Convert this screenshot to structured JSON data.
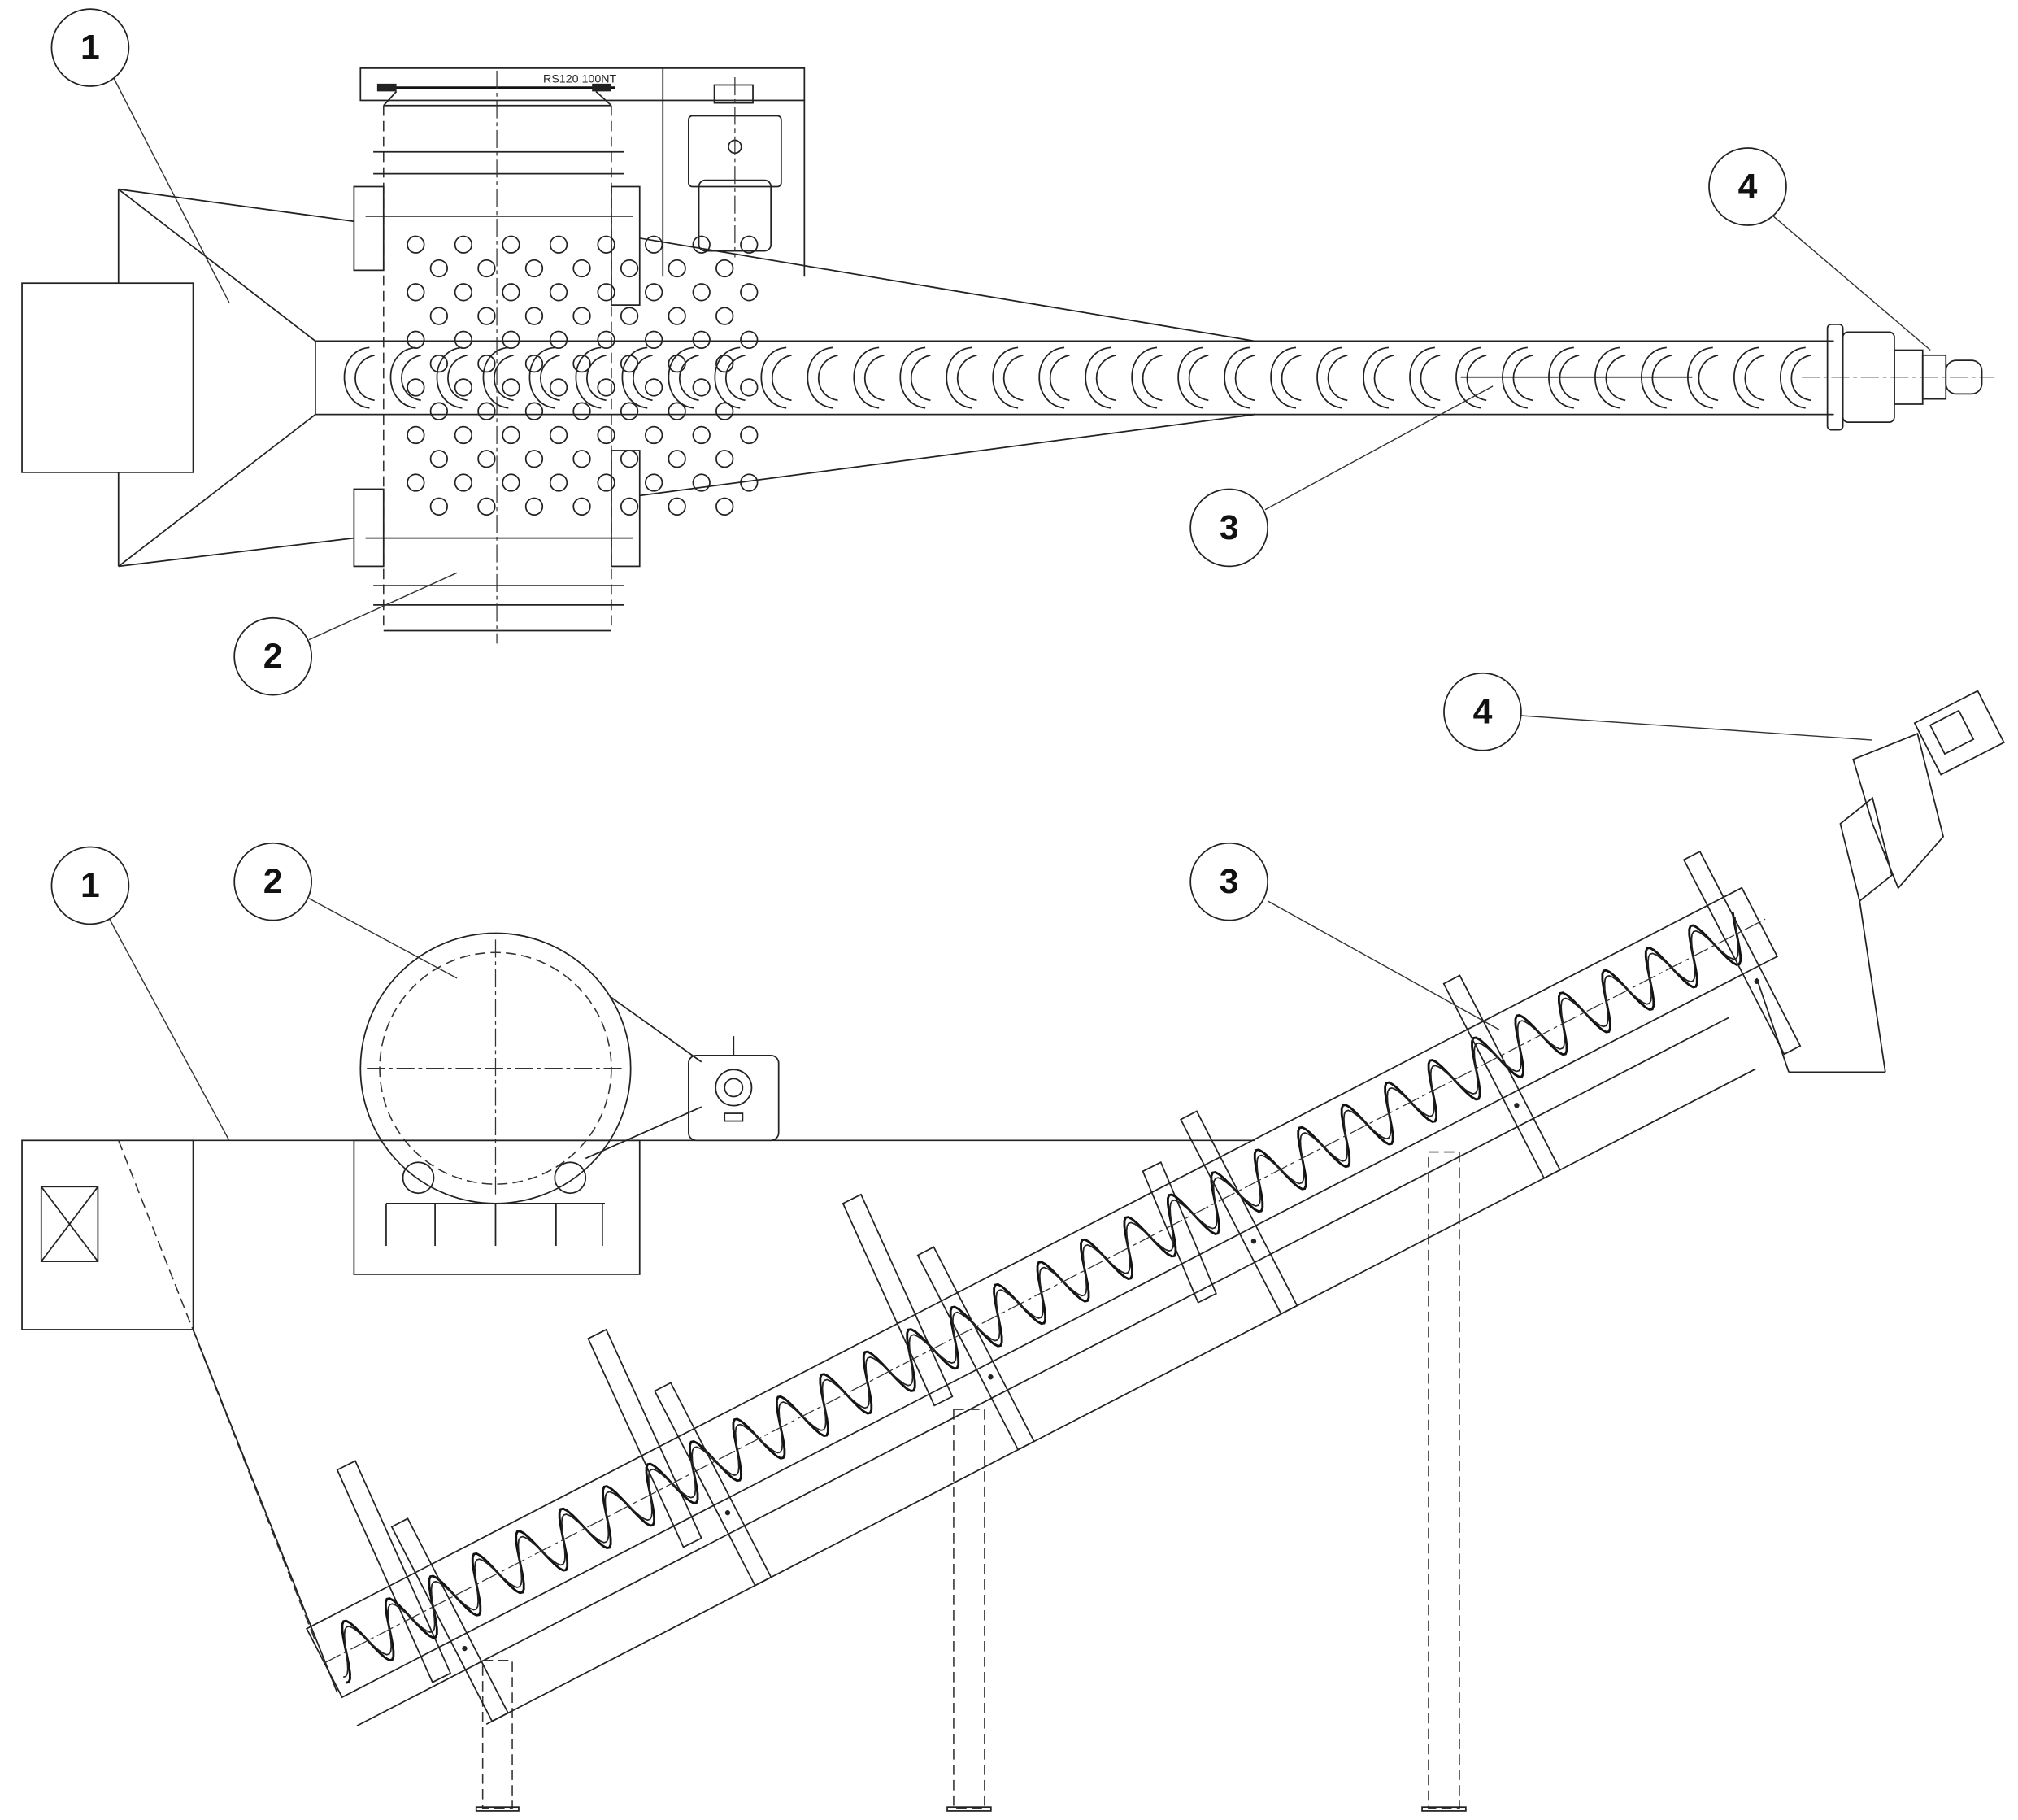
{
  "top_view": {
    "callouts": [
      {
        "label": "1"
      },
      {
        "label": "2"
      },
      {
        "label": "3"
      },
      {
        "label": "4"
      }
    ],
    "screen_label": "RS120  100NT"
  },
  "side_view": {
    "callouts": [
      {
        "label": "1"
      },
      {
        "label": "2"
      },
      {
        "label": "3"
      },
      {
        "label": "4"
      }
    ]
  }
}
